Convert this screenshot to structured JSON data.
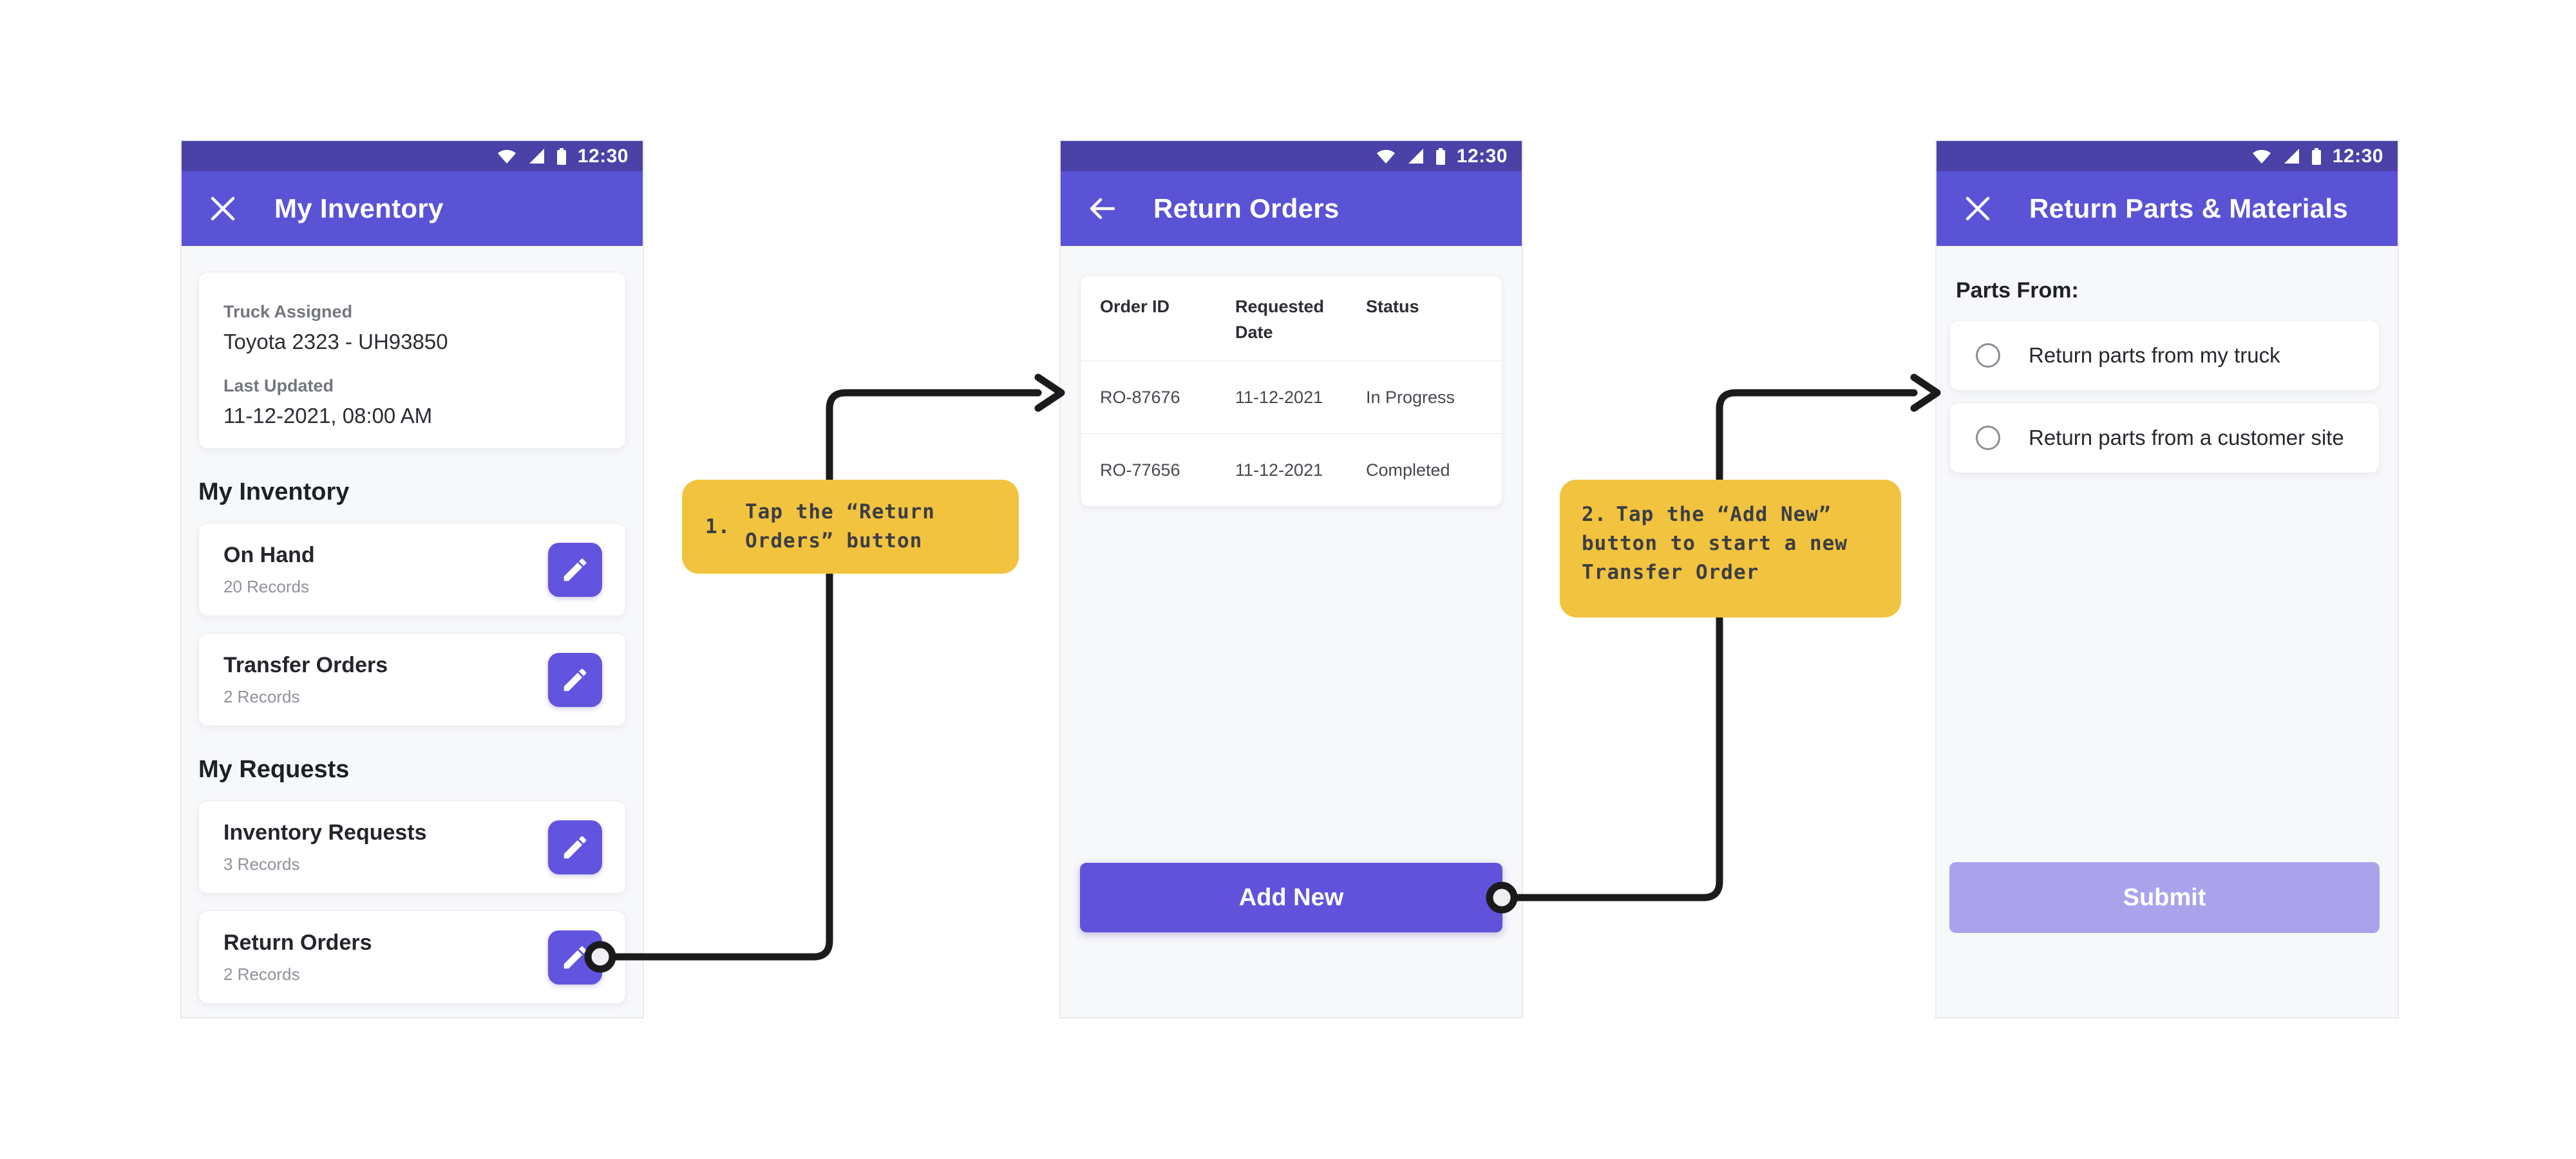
{
  "status_bar": {
    "time": "12:30"
  },
  "colors": {
    "status_bar": "#4a42a7",
    "app_bar": "#5a53d6",
    "accent_button": "#6254df",
    "disabled_button": "#aba2ec",
    "callout_bg": "#f2c33f",
    "phone_bg": "#f7f8fa",
    "arrow": "#1b1b1d"
  },
  "icons": {
    "close": "close-icon",
    "back": "back-arrow-icon",
    "edit": "pencil-icon",
    "wifi": "wifi-icon",
    "signal": "cellular-signal-icon",
    "battery": "battery-icon",
    "radio": "radio-circle"
  },
  "phone1": {
    "title": "My Inventory",
    "info_card": {
      "label1": "Truck Assigned",
      "value1": "Toyota 2323 - UH93850",
      "label2": "Last Updated",
      "value2": "11-12-2021, 08:00 AM"
    },
    "section1": "My Inventory",
    "inventory_items": [
      {
        "title": "On Hand",
        "subtitle": "20 Records"
      },
      {
        "title": "Transfer Orders",
        "subtitle": "2 Records"
      }
    ],
    "section2": "My Requests",
    "request_items": [
      {
        "title": "Inventory Requests",
        "subtitle": "3 Records"
      },
      {
        "title": "Return Orders",
        "subtitle": "2 Records"
      }
    ]
  },
  "phone2": {
    "title": "Return Orders",
    "table": {
      "headers": [
        "Order ID",
        "Requested Date",
        "Status"
      ],
      "rows": [
        {
          "id": "RO-87676",
          "date": "11-12-2021",
          "status": "In Progress"
        },
        {
          "id": "RO-77656",
          "date": "11-12-2021",
          "status": "Completed"
        }
      ]
    },
    "add_button": "Add New"
  },
  "phone3": {
    "title": "Return Parts & Materials",
    "label": "Parts From:",
    "options": [
      "Return parts from my truck",
      "Return parts from a customer site"
    ],
    "submit_button": "Submit"
  },
  "callouts": [
    {
      "number": "1.",
      "text": "Tap the “Return Orders” button"
    },
    {
      "number": "2.",
      "text": "Tap the “Add New” button to start a new Transfer Order"
    }
  ]
}
